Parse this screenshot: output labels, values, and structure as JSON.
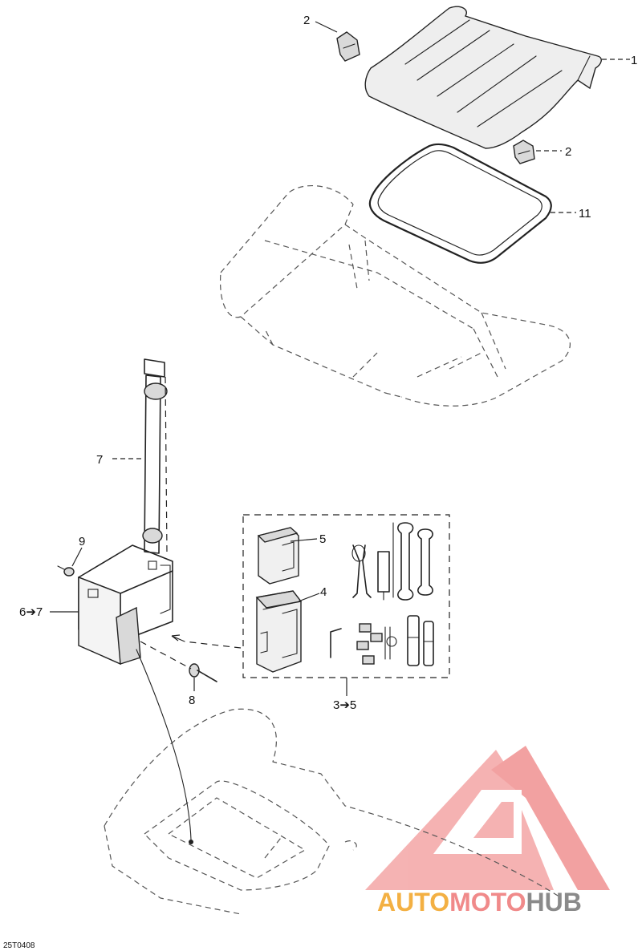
{
  "callouts": {
    "c1": "1",
    "c2a": "2",
    "c2b": "2",
    "c11": "11",
    "c7": "7",
    "c9": "9",
    "c6": "6➔7",
    "c5": "5",
    "c4": "4",
    "c8": "8",
    "c35": "3➔5"
  },
  "figure_code": "25T0408",
  "watermark": {
    "auto": "AUTO",
    "moto": "MOTO",
    "hub": "HUB",
    "color_red": "#f08a8a",
    "color_orange": "#f3b043",
    "color_gray": "#8a8a8a"
  }
}
